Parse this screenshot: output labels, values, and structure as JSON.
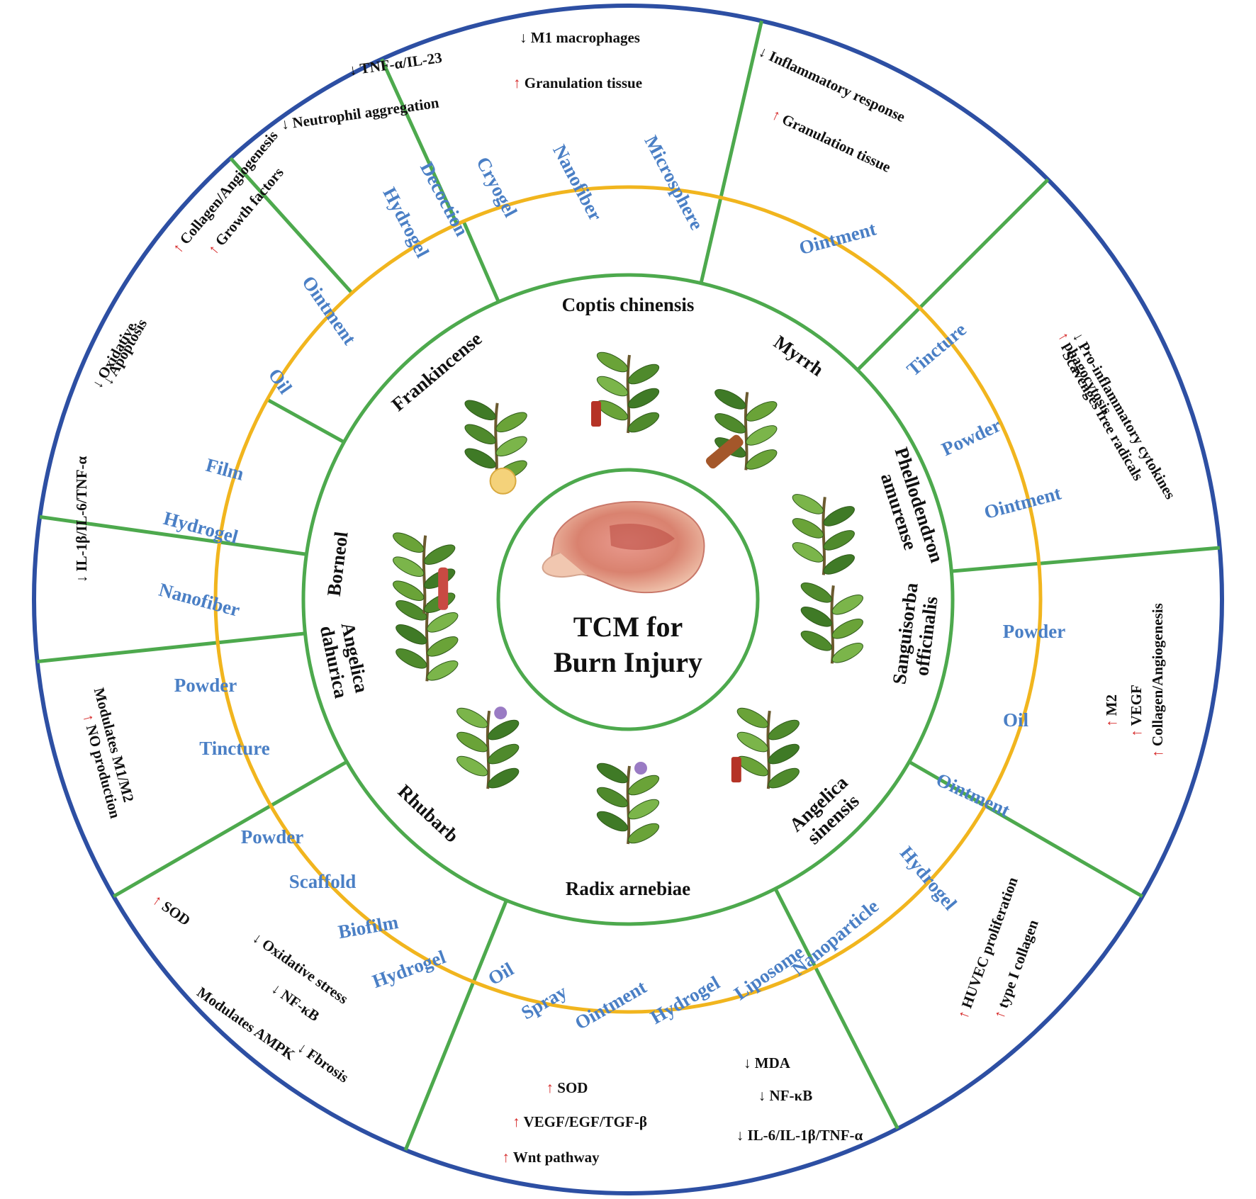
{
  "colors": {
    "outer_ring": "#2d4fa3",
    "middle_ring": "#f1b51e",
    "inner_ring": "#4da94d",
    "divider": "#4da94d",
    "formulation_text": "#4a7fc5",
    "arrow_up": "#d62a2a"
  },
  "center": {
    "title_line1": "TCM for",
    "title_line2": "Burn Injury",
    "image": "burned-hand-photo"
  },
  "segments": [
    {
      "herb": "Coptis chinensis",
      "herb_image": "coptis-chinensis-illustration",
      "formulations": [
        "Hydrogel",
        "Decoction",
        "Cryogel",
        "Nanofiber",
        "Microsphere"
      ],
      "mechanisms": [
        {
          "arrow": "↓",
          "dir": "down",
          "text": "TNF-α/IL-23"
        },
        {
          "arrow": "↓",
          "dir": "down",
          "text": "Neutrophil aggregation"
        },
        {
          "arrow": "↓",
          "dir": "down",
          "text": "M1 macrophages"
        },
        {
          "arrow": "↑",
          "dir": "up",
          "text": "Granulation tissue"
        }
      ]
    },
    {
      "herb": "Myrrh",
      "herb_image": "myrrh-illustration",
      "formulations": [
        "Ointment"
      ],
      "mechanisms": [
        {
          "arrow": "↓",
          "dir": "down",
          "text": "Inflammatory response"
        },
        {
          "arrow": "↑",
          "dir": "up",
          "text": "Granulation tissue"
        }
      ]
    },
    {
      "herb": "Phellodendron amurense",
      "herb_lines": [
        "Phellodendron",
        "amurense"
      ],
      "herb_image": "phellodendron-illustration",
      "formulations": [
        "Tincture",
        "Powder",
        "Ointment"
      ],
      "mechanisms": [
        {
          "arrow": "↓",
          "dir": "down",
          "text": "Pro-inflammatory cytokines"
        },
        {
          "arrow": "",
          "dir": "none",
          "text": "Scavenges free radicals"
        },
        {
          "arrow": "↑",
          "dir": "up",
          "text": "phagocytosis"
        }
      ]
    },
    {
      "herb": "Sanguisorba officinalis",
      "herb_lines": [
        "Sanguisorba",
        "officinalis"
      ],
      "herb_image": "sanguisorba-illustration",
      "formulations": [
        "Powder",
        "Oil"
      ],
      "mechanisms": [
        {
          "arrow": "↑",
          "dir": "up",
          "text": "M2"
        },
        {
          "arrow": "↑",
          "dir": "up",
          "text": "VEGF"
        },
        {
          "arrow": "↑",
          "dir": "up",
          "text": "Collagen/Angiogenesis"
        }
      ]
    },
    {
      "herb": "Angelica sinensis",
      "herb_lines": [
        "Angelica",
        "sinensis"
      ],
      "herb_image": "angelica-sinensis-illustration",
      "formulations": [
        "Ointment",
        "Hydrogel"
      ],
      "mechanisms": [
        {
          "arrow": "↑",
          "dir": "up",
          "text": "HUVEC proliferation"
        },
        {
          "arrow": "↑",
          "dir": "up",
          "text": "type I collagen"
        }
      ]
    },
    {
      "herb": "Radix arnebiae",
      "herb_image": "radix-arnebiae-illustration",
      "formulations": [
        "Oil",
        "Spray",
        "Ointment",
        "Hydrogel",
        "Liposome",
        "Nanoparticle"
      ],
      "mechanisms": [
        {
          "arrow": "↑",
          "dir": "up",
          "text": "SOD"
        },
        {
          "arrow": "↑",
          "dir": "up",
          "text": "VEGF/EGF/TGF-β"
        },
        {
          "arrow": "↑",
          "dir": "up",
          "text": "Wnt pathway"
        },
        {
          "arrow": "↓",
          "dir": "down",
          "text": "MDA"
        },
        {
          "arrow": "↓",
          "dir": "down",
          "text": "NF-κB"
        },
        {
          "arrow": "↓",
          "dir": "down",
          "text": "IL-6/IL-1β/TNF-α"
        }
      ]
    },
    {
      "herb": "Rhubarb",
      "herb_image": "rhubarb-illustration",
      "formulations": [
        "Powder",
        "Scaffold",
        "Biofilm",
        "Hydrogel"
      ],
      "mechanisms": [
        {
          "arrow": "↑",
          "dir": "up",
          "text": "SOD"
        },
        {
          "arrow": "↓",
          "dir": "down",
          "text": "Oxidative stress"
        },
        {
          "arrow": "↓",
          "dir": "down",
          "text": "NF-κB"
        },
        {
          "arrow": "",
          "dir": "none",
          "text": "Modulates AMPK"
        },
        {
          "arrow": "↓",
          "dir": "down",
          "text": "Fbrosis"
        }
      ]
    },
    {
      "herb": "Angelica dahurica",
      "herb_lines": [
        "Angelica",
        "dahurica"
      ],
      "herb_image": "angelica-dahurica-illustration",
      "formulations": [
        "Powder",
        "Tincture"
      ],
      "mechanisms": [
        {
          "arrow": "",
          "dir": "none",
          "text": "Modulates M1/M2"
        },
        {
          "arrow": "↑",
          "dir": "up",
          "text": "NO production"
        }
      ]
    },
    {
      "herb": "Borneol",
      "herb_image": "borneol-illustration",
      "formulations": [
        "Film",
        "Hydrogel",
        "Nanofiber"
      ],
      "mechanisms": [
        {
          "arrow": "↓",
          "dir": "down",
          "text": "IL-1β/IL-6/TNF-α"
        }
      ]
    },
    {
      "herb": "Frankincense",
      "herb_image": "frankincense-illustration",
      "formulations": [
        "Oil",
        "Ointment"
      ],
      "mechanisms": [
        {
          "arrow": "↓",
          "dir": "down",
          "text": "Oxidative"
        },
        {
          "arrow": "↓",
          "dir": "down",
          "text": "Apoptosis"
        },
        {
          "arrow": "↑",
          "dir": "up",
          "text": "Collagen/Angiogenesis"
        },
        {
          "arrow": "↑",
          "dir": "up",
          "text": "Growth factors"
        }
      ]
    }
  ]
}
